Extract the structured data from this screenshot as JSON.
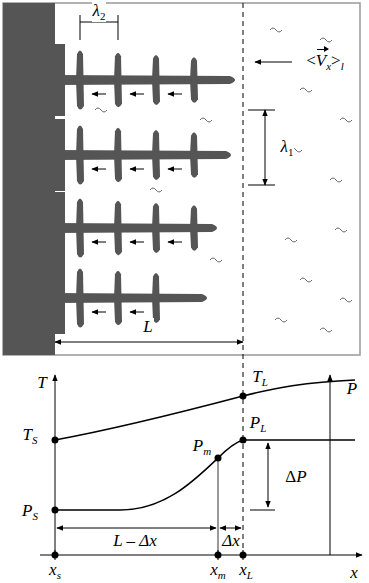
{
  "diagram": {
    "labels": [
      "λ2",
      "λ1",
      "<Vx>l",
      "L",
      "T",
      "P",
      "TS",
      "TL",
      "Pm",
      "PL",
      "ΔP",
      "PS",
      "L – Δx",
      "Δx",
      "xs",
      "xm",
      "xL",
      "x"
    ]
  }
}
